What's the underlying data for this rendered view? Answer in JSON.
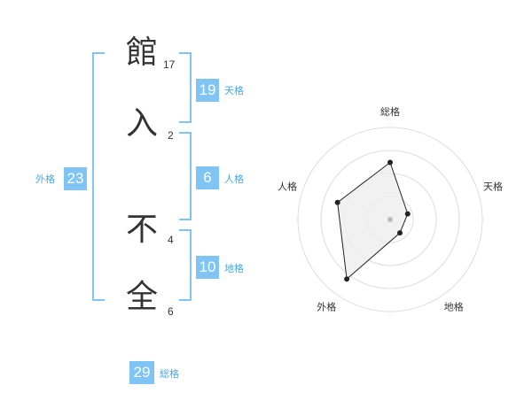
{
  "name": {
    "characters": [
      {
        "char": "館",
        "strokes": "17"
      },
      {
        "char": "入",
        "strokes": "2"
      },
      {
        "char": "不",
        "strokes": "4"
      },
      {
        "char": "全",
        "strokes": "6"
      }
    ]
  },
  "fortune": {
    "tenkaku": {
      "value": "19",
      "label": "天格"
    },
    "jinkaku": {
      "value": "6",
      "label": "人格"
    },
    "chikaku": {
      "value": "10",
      "label": "地格"
    },
    "gaikaku": {
      "value": "23",
      "label": "外格"
    },
    "soukaku": {
      "value": "29",
      "label": "総格"
    }
  },
  "colors": {
    "accent": "#7fc4f5",
    "accent_text": "#4aa8e8",
    "text": "#333333",
    "radar_fill": "#eeeeee"
  },
  "chart_data": {
    "type": "radar",
    "axes": [
      "総格",
      "天格",
      "地格",
      "外格",
      "人格"
    ],
    "max": 5,
    "rings": 4,
    "values": [
      3.1,
      1.0,
      0.9,
      4.0,
      3.0
    ]
  }
}
